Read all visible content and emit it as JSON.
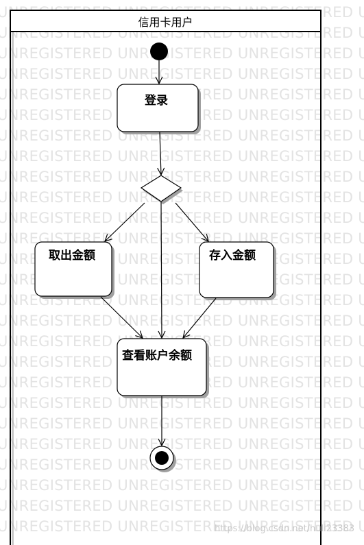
{
  "swimlane": {
    "title": "信用卡用户"
  },
  "nodes": {
    "login": "登录",
    "withdraw": "取出金额",
    "deposit": "存入金额",
    "check_balance": "查看账户余额"
  },
  "watermark": {
    "text": "UNREGISTERED UNREGISTERED UNREGISTERED UNREGISTERED"
  },
  "footer": {
    "url": "https://blog.csdn.net/huli23383"
  },
  "colors": {
    "line": "#000000",
    "node_fill": "#ffffff",
    "node_shadow": "#a0a0a0",
    "watermark": "#e3e3e3"
  }
}
